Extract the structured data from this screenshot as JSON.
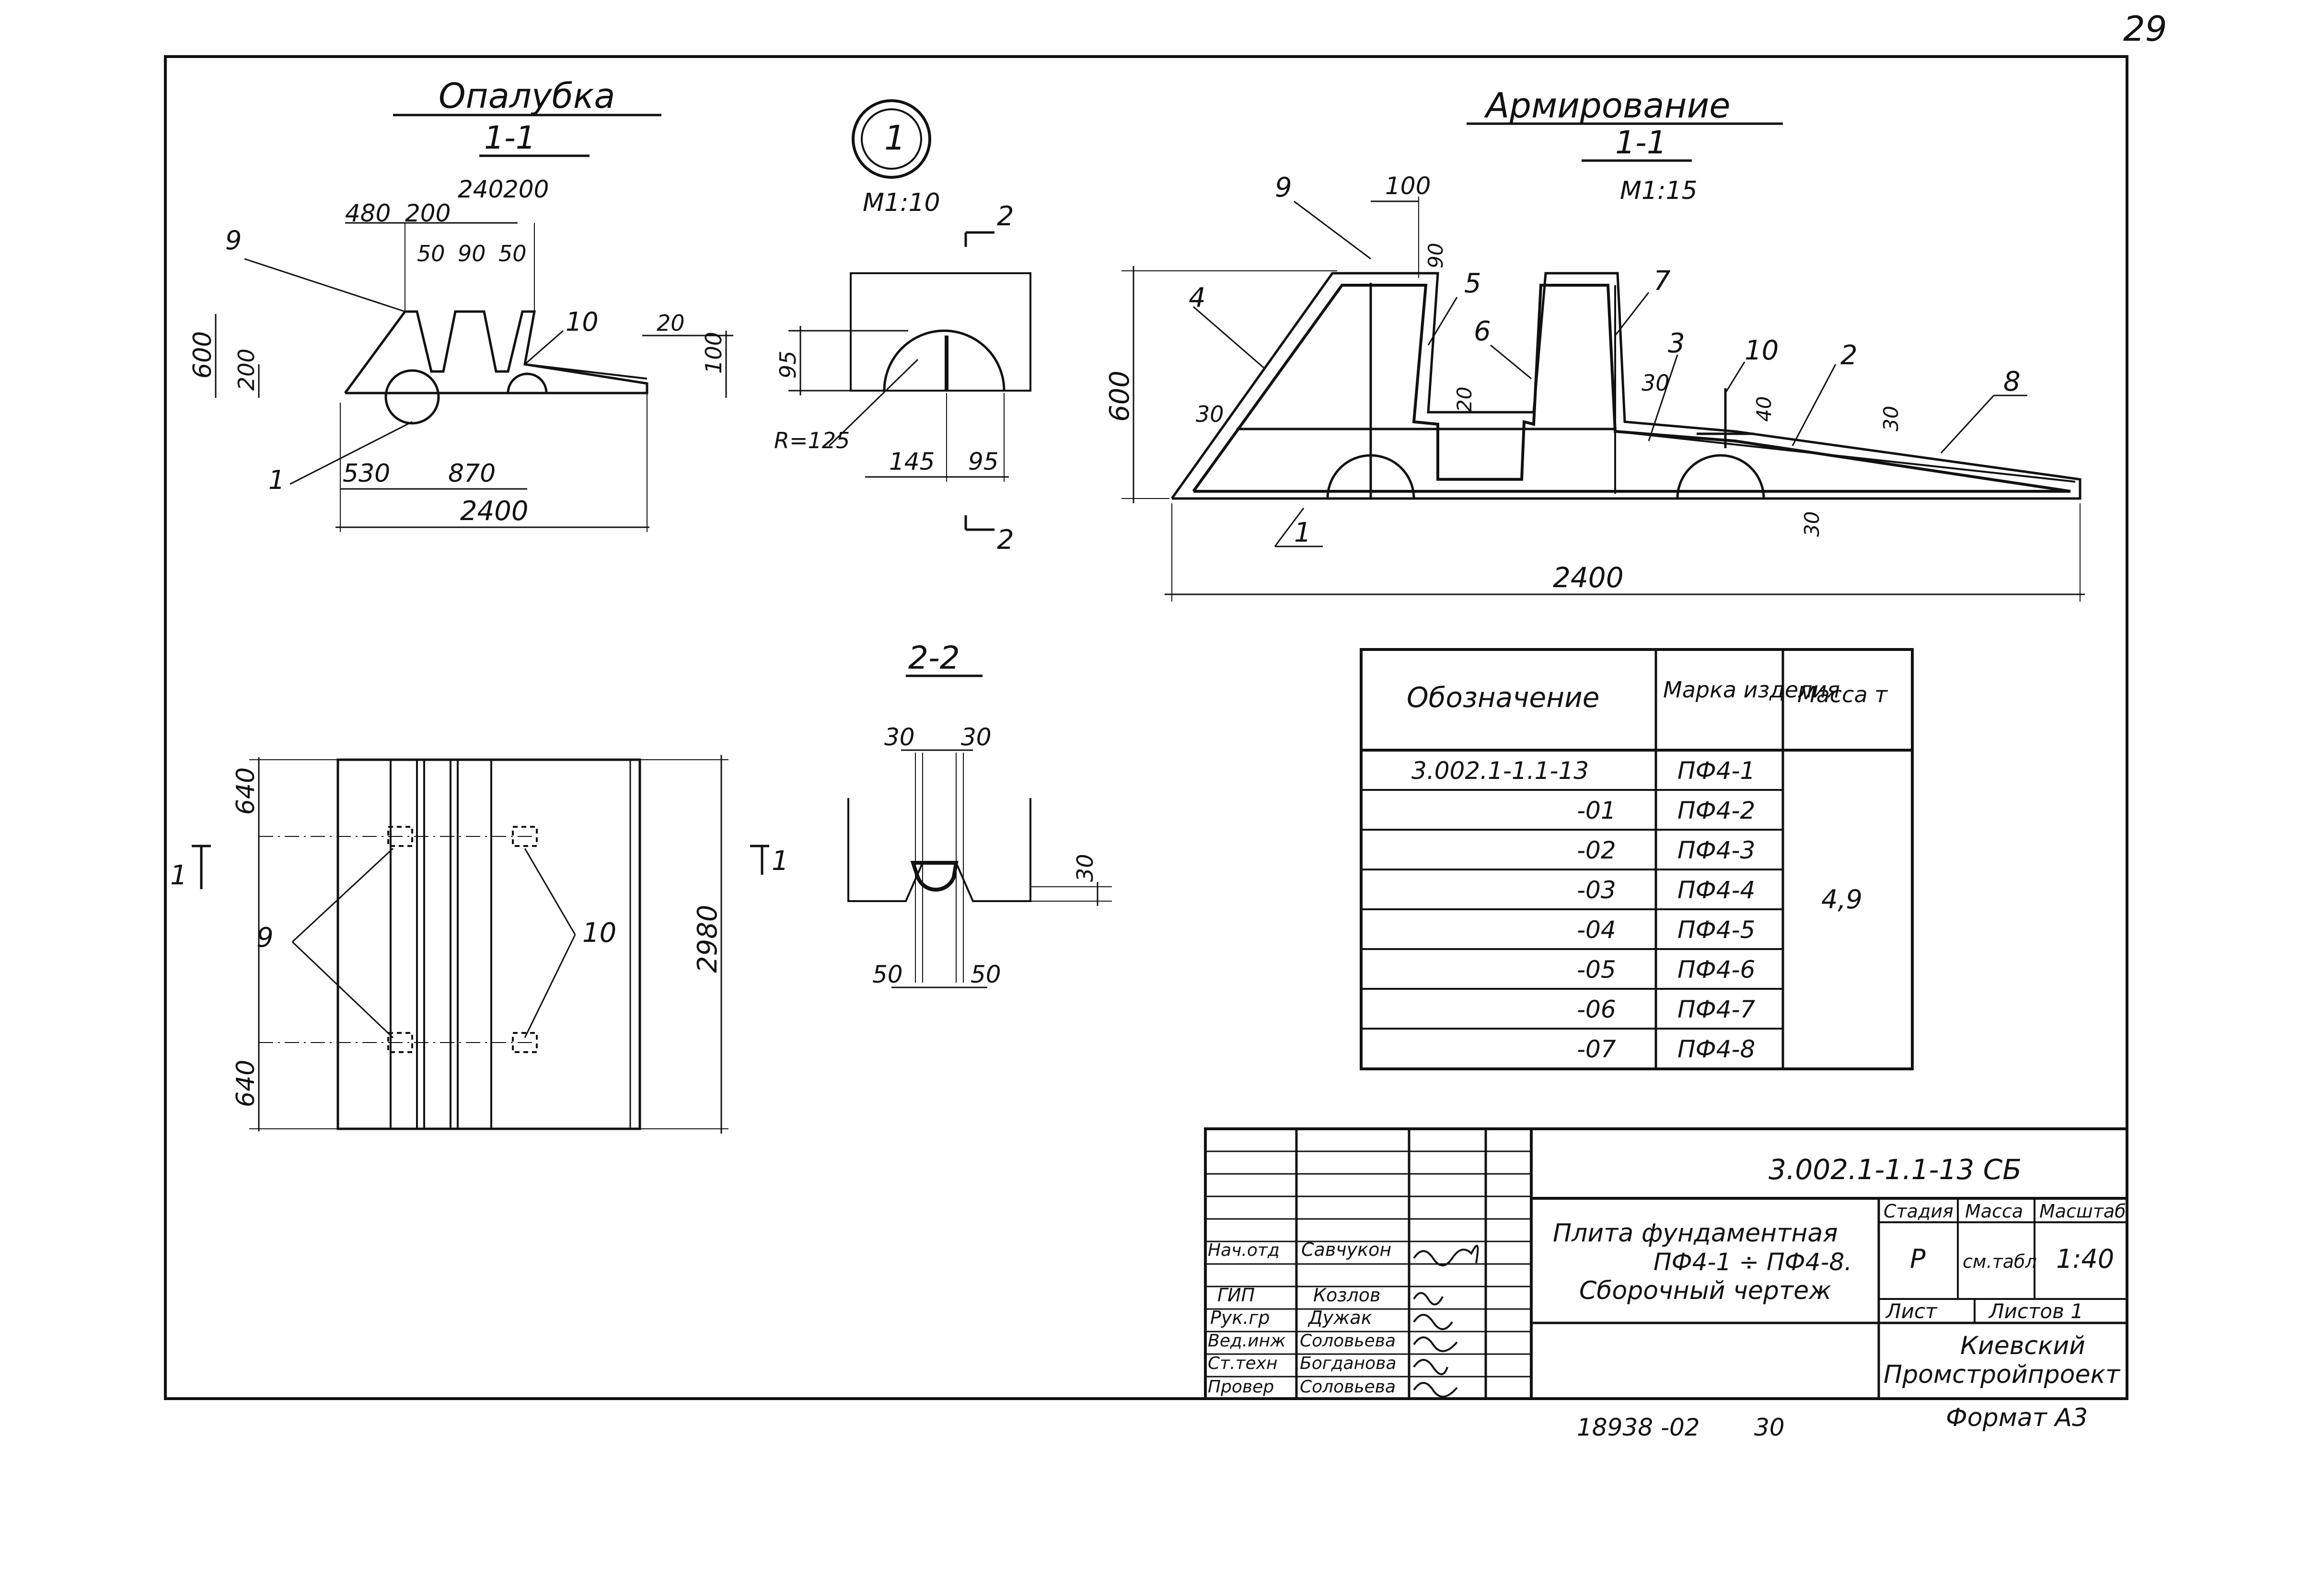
{
  "sheet": {
    "page_number": "29",
    "bottom_code": "18938 -02",
    "bottom_number": "30",
    "format": "Формат А3"
  },
  "formwork": {
    "title": "Опалубка",
    "section": "1-1",
    "dims_top": [
      "480",
      "200",
      "240",
      "200",
      "50",
      "90",
      "50"
    ],
    "dims_side": [
      "600",
      "200",
      "20",
      "100"
    ],
    "dims_bottom": [
      "530",
      "870",
      "2400"
    ],
    "leaders": [
      "9",
      "10",
      "1"
    ]
  },
  "node1": {
    "mark": "1",
    "scale": "М1:10",
    "cut": "2",
    "dims": [
      "95",
      "R=125",
      "145",
      "95"
    ]
  },
  "reinforcement": {
    "title": "Армирование",
    "section": "1-1",
    "scale": "М1:15",
    "dims": [
      "100",
      "90",
      "600",
      "30",
      "20",
      "30",
      "40",
      "30",
      "30",
      "2400"
    ],
    "positions": [
      "9",
      "4",
      "5",
      "6",
      "7",
      "3",
      "10",
      "2",
      "8",
      "1"
    ]
  },
  "plan": {
    "dims": [
      "640",
      "640",
      "2980"
    ],
    "cut_marks": [
      "1",
      "1"
    ],
    "leaders": [
      "9",
      "10"
    ]
  },
  "section22": {
    "title": "2-2",
    "dims": [
      "30",
      "30",
      "30",
      "50",
      "50"
    ]
  },
  "spec_table": {
    "headers": [
      "Обозначение",
      "Марка изделия",
      "Масса т"
    ],
    "rows": [
      [
        "3.002.1-1.1-13",
        "ПФ4-1"
      ],
      [
        "-01",
        "ПФ4-2"
      ],
      [
        "-02",
        "ПФ4-3"
      ],
      [
        "-03",
        "ПФ4-4"
      ],
      [
        "-04",
        "ПФ4-5"
      ],
      [
        "-05",
        "ПФ4-6"
      ],
      [
        "-06",
        "ПФ4-7"
      ],
      [
        "-07",
        "ПФ4-8"
      ]
    ],
    "mass": "4,9"
  },
  "title_block": {
    "code": "3.002.1-1.1-13 СБ",
    "name_lines": [
      "Плита фундаментная",
      "ПФ4-1 ÷ ПФ4-8.",
      "Сборочный чертеж"
    ],
    "stage_header": "Стадия",
    "mass_header": "Масса",
    "scale_header": "Масштаб",
    "stage": "Р",
    "mass": "см.табл",
    "scale": "1:40",
    "sheet_label": "Лист",
    "sheets_label": "Листов 1",
    "org_lines": [
      "Киевский",
      "Промстройпроект"
    ],
    "people": [
      {
        "role": "Нач.отд",
        "name": "Савчукон"
      },
      {
        "role": "ГИП",
        "name": "Козлов"
      },
      {
        "role": "Рук.гр",
        "name": "Дужак"
      },
      {
        "role": "Вед.инж",
        "name": "Соловьева"
      },
      {
        "role": "Ст.техн",
        "name": "Богданова"
      },
      {
        "role": "Провер",
        "name": "Соловьева"
      }
    ]
  }
}
